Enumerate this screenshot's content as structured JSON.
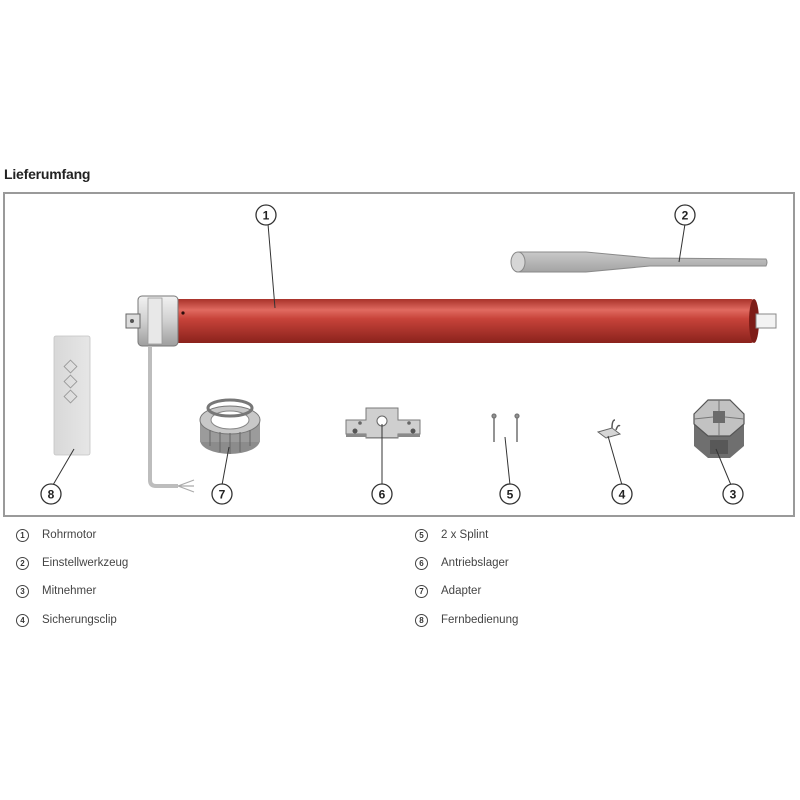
{
  "title": "Lieferumfang",
  "callouts": [
    {
      "num": "1",
      "label": "Rohrmotor"
    },
    {
      "num": "2",
      "label": "Einstellwerkzeug"
    },
    {
      "num": "3",
      "label": "Mitnehmer"
    },
    {
      "num": "4",
      "label": "Sicherungsclip"
    },
    {
      "num": "5",
      "label": "2 x Splint"
    },
    {
      "num": "6",
      "label": "Antriebslager"
    },
    {
      "num": "7",
      "label": "Adapter"
    },
    {
      "num": "8",
      "label": "Fernbedienung"
    }
  ],
  "colors": {
    "motor_tube": "#c0392b",
    "motor_tube_dark": "#8e1f19",
    "motor_highlight": "#e57368",
    "frame_border": "#9a9a9a",
    "part_gray": "#bdbdbd",
    "part_dark": "#6b6b6b"
  }
}
